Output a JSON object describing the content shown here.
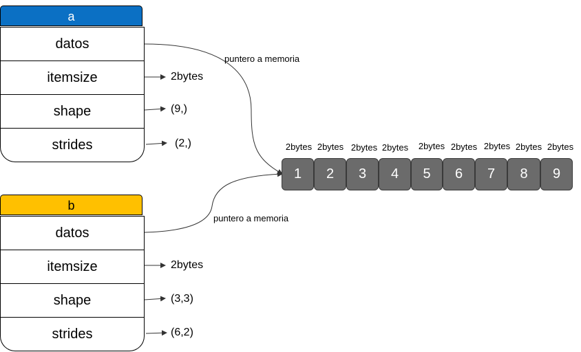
{
  "a": {
    "title": "a",
    "fields": [
      "datos",
      "itemsize",
      "shape",
      "strides"
    ],
    "itemsize": "2bytes",
    "shape": "(9,)",
    "strides": "(2,)"
  },
  "b": {
    "title": "b",
    "fields": [
      "datos",
      "itemsize",
      "shape",
      "strides"
    ],
    "itemsize": "2bytes",
    "shape": "(3,3)",
    "strides": "(6,2)"
  },
  "pointer_label_a": "puntero a memoria",
  "pointer_label_b": "puntero a memoria",
  "memory": {
    "cells": [
      "1",
      "2",
      "3",
      "4",
      "5",
      "6",
      "7",
      "8",
      "9"
    ],
    "byte_labels": [
      "2bytes",
      "2bytes",
      "2bytes",
      "2bytes",
      "2bytes",
      "2bytes",
      "2bytes",
      "2bytes",
      "2bytes"
    ]
  },
  "colors": {
    "a_header": "#0b70c4",
    "b_header": "#ffc000",
    "cell": "#6b6b6b"
  }
}
